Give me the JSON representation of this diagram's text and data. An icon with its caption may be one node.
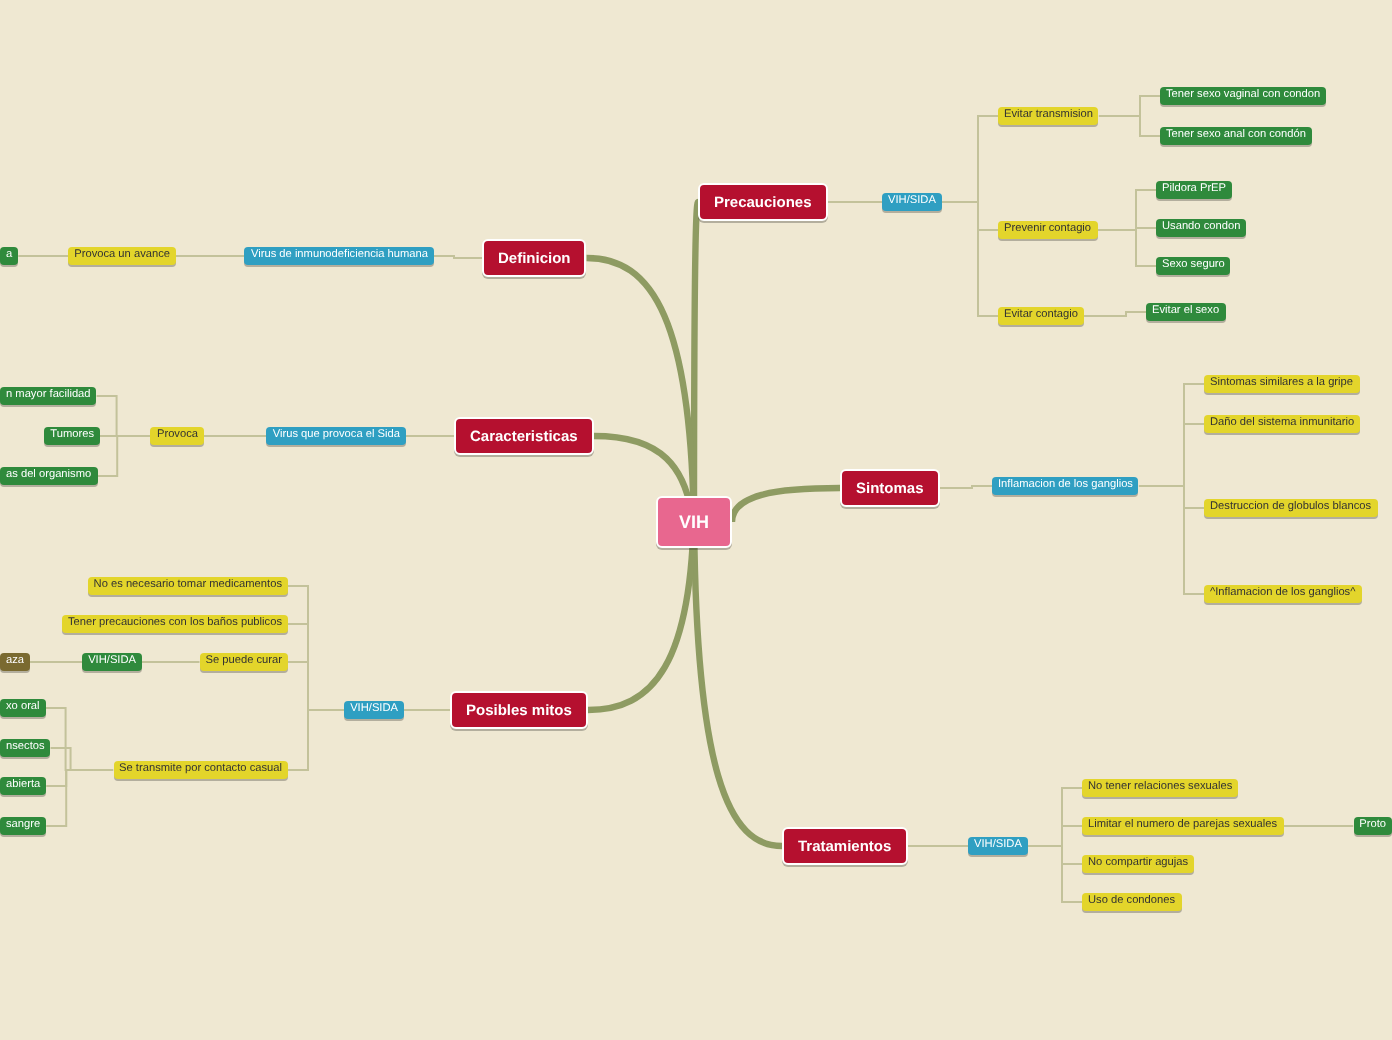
{
  "diagram": {
    "nodes": [
      {
        "text": [
          "VIH"
        ]
      },
      {
        "text": [
          "Precauciones"
        ]
      },
      {
        "text": [
          "VIH/SIDA"
        ]
      },
      {
        "text": [
          "Evitar transmision"
        ]
      },
      {
        "text": [
          "Tener sexo vaginal con condon"
        ]
      },
      {
        "text": [
          "Tener sexo anal con condón"
        ]
      },
      {
        "text": [
          "Prevenir contagio"
        ]
      },
      {
        "text": [
          "Pildora PrEP"
        ]
      },
      {
        "text": [
          "Usando condon"
        ]
      },
      {
        "text": [
          "Sexo seguro"
        ]
      },
      {
        "text": [
          "Evitar contagio"
        ]
      },
      {
        "text": [
          "Evitar el sexo"
        ]
      },
      {
        "text": [
          "Sintomas"
        ]
      },
      {
        "text": [
          "Inflamacion de los ganglios"
        ]
      },
      {
        "text": [
          "Sintomas similares a la gripe"
        ]
      },
      {
        "text": [
          "Daño del sistema inmunitario"
        ]
      },
      {
        "text": [
          "Destruccion de globulos blancos"
        ]
      },
      {
        "text": [
          "^Inflamacion de los ganglios^"
        ]
      },
      {
        "text": [
          "Tratamientos"
        ]
      },
      {
        "text": [
          "VIH/SIDA"
        ]
      },
      {
        "text": [
          "No tener relaciones sexuales"
        ]
      },
      {
        "text": [
          "Limitar el numero de parejas sexuales"
        ]
      },
      {
        "text": [
          "Proto"
        ]
      },
      {
        "text": [
          "No compartir agujas"
        ]
      },
      {
        "text": [
          "Uso de condones"
        ]
      },
      {
        "text": [
          "Definicion"
        ]
      },
      {
        "text": [
          "Virus de inmunodeficiencia humana"
        ]
      },
      {
        "text": [
          "Provoca un avance"
        ]
      },
      {
        "text": [
          "a"
        ]
      },
      {
        "text": [
          "Caracteristicas"
        ]
      },
      {
        "text": [
          "Virus que provoca el Sida"
        ]
      },
      {
        "text": [
          "Provoca"
        ]
      },
      {
        "text": [
          "n mayor facilidad"
        ]
      },
      {
        "text": [
          "Tumores"
        ]
      },
      {
        "text": [
          "as del organismo"
        ]
      },
      {
        "text": [
          "Posibles mitos"
        ]
      },
      {
        "text": [
          "VIH/SIDA"
        ]
      },
      {
        "text": [
          "No es necesario tomar medicamentos"
        ]
      },
      {
        "text": [
          "Tener precauciones con los baños publicos"
        ]
      },
      {
        "text": [
          "Se puede curar"
        ]
      },
      {
        "text": [
          "VIH/SIDA"
        ]
      },
      {
        "text": [
          "aza"
        ]
      },
      {
        "text": [
          "Se transmite por contacto casual"
        ]
      },
      {
        "text": [
          "xo oral"
        ]
      },
      {
        "text": [
          "nsectos"
        ]
      },
      {
        "text": [
          "abierta"
        ]
      },
      {
        "text": [
          "sangre"
        ]
      }
    ],
    "edges": [
      {
        "from": 0,
        "to": 1,
        "arrow": "none",
        "style": "thick"
      },
      {
        "from": 0,
        "to": 12,
        "arrow": "none",
        "style": "thick"
      },
      {
        "from": 0,
        "to": 18,
        "arrow": "none",
        "style": "thick"
      },
      {
        "from": 0,
        "to": 25,
        "arrow": "none",
        "style": "thick"
      },
      {
        "from": 0,
        "to": 29,
        "arrow": "none",
        "style": "thick"
      },
      {
        "from": 0,
        "to": 35,
        "arrow": "none",
        "style": "thick"
      },
      {
        "from": 1,
        "to": 2,
        "arrow": "none"
      },
      {
        "from": 2,
        "to": 3,
        "arrow": "none"
      },
      {
        "from": 2,
        "to": 6,
        "arrow": "none"
      },
      {
        "from": 2,
        "to": 10,
        "arrow": "none"
      },
      {
        "from": 3,
        "to": 4,
        "arrow": "none"
      },
      {
        "from": 3,
        "to": 5,
        "arrow": "none"
      },
      {
        "from": 6,
        "to": 7,
        "arrow": "none"
      },
      {
        "from": 6,
        "to": 8,
        "arrow": "none"
      },
      {
        "from": 6,
        "to": 9,
        "arrow": "none"
      },
      {
        "from": 10,
        "to": 11,
        "arrow": "none"
      },
      {
        "from": 12,
        "to": 13,
        "arrow": "none"
      },
      {
        "from": 13,
        "to": 14,
        "arrow": "none"
      },
      {
        "from": 13,
        "to": 15,
        "arrow": "none"
      },
      {
        "from": 13,
        "to": 16,
        "arrow": "none"
      },
      {
        "from": 13,
        "to": 17,
        "arrow": "none"
      },
      {
        "from": 18,
        "to": 19,
        "arrow": "none"
      },
      {
        "from": 19,
        "to": 20,
        "arrow": "none"
      },
      {
        "from": 19,
        "to": 21,
        "arrow": "none"
      },
      {
        "from": 19,
        "to": 23,
        "arrow": "none"
      },
      {
        "from": 19,
        "to": 24,
        "arrow": "none"
      },
      {
        "from": 21,
        "to": 22,
        "arrow": "none"
      },
      {
        "from": 25,
        "to": 26,
        "arrow": "none"
      },
      {
        "from": 26,
        "to": 27,
        "arrow": "none"
      },
      {
        "from": 27,
        "to": 28,
        "arrow": "none"
      },
      {
        "from": 29,
        "to": 30,
        "arrow": "none"
      },
      {
        "from": 30,
        "to": 31,
        "arrow": "none"
      },
      {
        "from": 31,
        "to": 32,
        "arrow": "none"
      },
      {
        "from": 31,
        "to": 33,
        "arrow": "none"
      },
      {
        "from": 31,
        "to": 34,
        "arrow": "none"
      },
      {
        "from": 35,
        "to": 36,
        "arrow": "none"
      },
      {
        "from": 36,
        "to": 37,
        "arrow": "none"
      },
      {
        "from": 36,
        "to": 38,
        "arrow": "none"
      },
      {
        "from": 36,
        "to": 39,
        "arrow": "none"
      },
      {
        "from": 36,
        "to": 42,
        "arrow": "none"
      },
      {
        "from": 39,
        "to": 40,
        "arrow": "none"
      },
      {
        "from": 40,
        "to": 41,
        "arrow": "none"
      },
      {
        "from": 42,
        "to": 43,
        "arrow": "none"
      },
      {
        "from": 42,
        "to": 44,
        "arrow": "none"
      },
      {
        "from": 42,
        "to": 45,
        "arrow": "none"
      },
      {
        "from": 42,
        "to": 46,
        "arrow": "none"
      }
    ]
  }
}
